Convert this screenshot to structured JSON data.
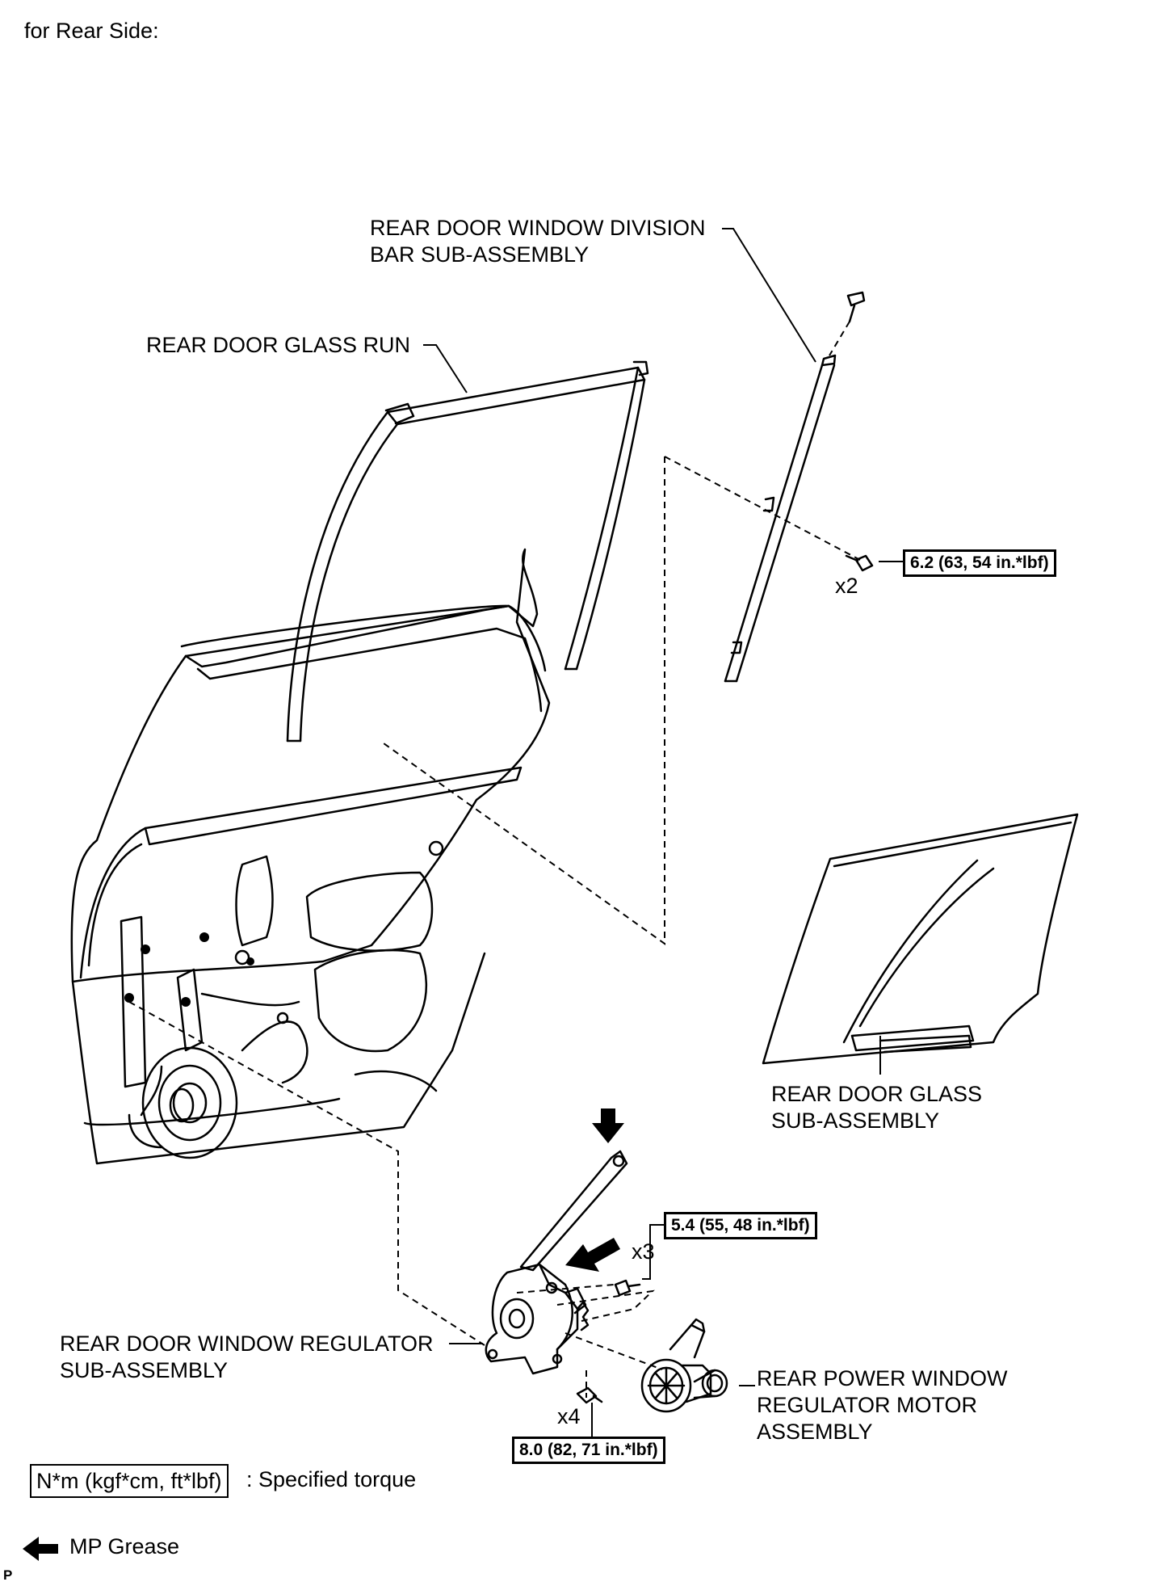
{
  "header": {
    "caption": "for Rear Side:"
  },
  "labels": {
    "division_bar_line1": "REAR DOOR WINDOW DIVISION",
    "division_bar_line2": "BAR SUB-ASSEMBLY",
    "glass_run": "REAR DOOR GLASS RUN",
    "glass_line1": "REAR DOOR GLASS",
    "glass_line2": "SUB-ASSEMBLY",
    "regulator_line1": "REAR DOOR WINDOW REGULATOR",
    "regulator_line2": "SUB-ASSEMBLY",
    "motor_line1": "REAR POWER WINDOW",
    "motor_line2": "REGULATOR MOTOR",
    "motor_line3": "ASSEMBLY"
  },
  "torques": {
    "division_bar": "6.2 (63, 54 in.*lbf)",
    "regulator_bolts": "5.4 (55, 48 in.*lbf)",
    "regulator_lower": "8.0 (82, 71 in.*lbf)"
  },
  "quantities": {
    "division_bar": "x2",
    "regulator_bolts": "x3",
    "regulator_lower": "x4"
  },
  "legend": {
    "torque_unit": "N*m (kgf*cm, ft*lbf)",
    "torque_text": ": Specified torque",
    "grease_text": "MP Grease"
  },
  "footer": {
    "code": "P"
  }
}
